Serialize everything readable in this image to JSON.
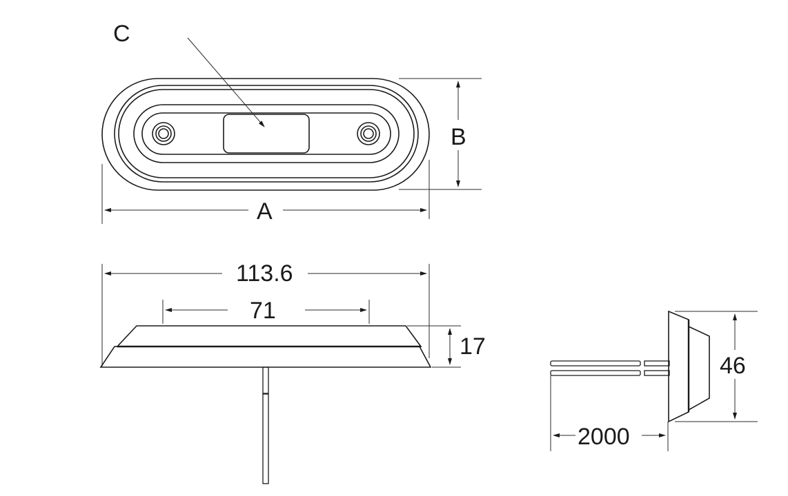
{
  "drawing": {
    "title": "Oval LED marker lamp dimension drawing",
    "colors": {
      "line": "#1a1a1a",
      "background": "#ffffff"
    },
    "top_view": {
      "label_a": "A",
      "label_b": "B",
      "label_c": "C"
    },
    "side_view": {
      "overall_width": "113.6",
      "top_width": "71",
      "height": "17"
    },
    "end_view": {
      "diameter": "46",
      "cable_length": "2000"
    }
  }
}
